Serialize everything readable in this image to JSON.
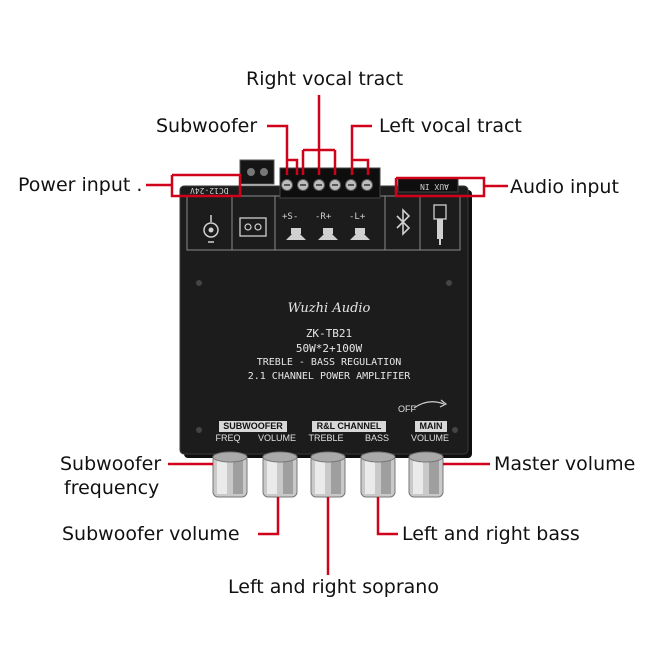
{
  "callouts": {
    "right_vocal_tract": "Right vocal tract",
    "subwoofer": "Subwoofer",
    "left_vocal_tract": "Left vocal tract",
    "power_input": "Power input .",
    "audio_input": "Audio input",
    "subwoofer_frequency_line1": "Subwoofer",
    "subwoofer_frequency_line2": "frequency",
    "subwoofer_volume": "Subwoofer volume",
    "master_volume": "Master volume",
    "left_right_bass": "Left and right bass",
    "left_right_soprano": "Left and right soprano"
  },
  "board": {
    "brand": "Wuzhi Audio",
    "model": "ZK-TB21",
    "power": "50W*2+100W",
    "line1": "TREBLE - BASS REGULATION",
    "line2": "2.1 CHANNEL POWER AMPLIFIER",
    "dc_label": "DC12-24V",
    "aux_label": "AUX IN",
    "terminal_s": "+S-",
    "terminal_r": "-R+",
    "terminal_l": "-L+",
    "groups": {
      "subwoofer": "SUBWOOFER",
      "rl_channel": "R&L CHANNEL",
      "main": "MAIN"
    },
    "knobs": {
      "freq": "FREQ",
      "sub_volume": "VOLUME",
      "treble": "TREBLE",
      "bass": "BASS",
      "main_volume": "VOLUME"
    },
    "off_label": "OFF"
  },
  "colors": {
    "callout_line": "#d0021b",
    "board": "#1c1c1c",
    "panel_border": "#8a8a8a"
  }
}
